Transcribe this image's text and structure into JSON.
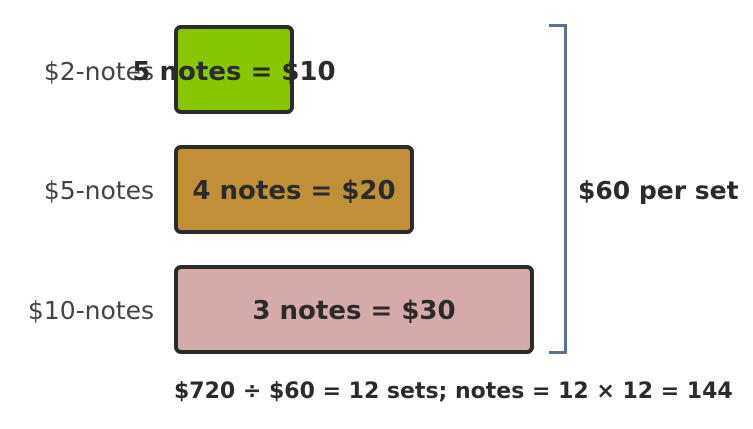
{
  "rows": [
    {
      "label": "$2-notes",
      "text": "5 notes = $10",
      "value": 10,
      "color": "#88c700"
    },
    {
      "label": "$5-notes",
      "text": "4 notes = $20",
      "value": 20,
      "color": "#c09038"
    },
    {
      "label": "$10-notes",
      "text": "3 notes = $30",
      "value": 30,
      "color": "#d4aaaa"
    }
  ],
  "bracket_label": "$60 per set",
  "footer": "$720 ÷ $60 = 12 sets; notes = 12 × 12 = 144",
  "colors": {
    "border": "#2b2b2b",
    "bracket": "#5b7190"
  }
}
